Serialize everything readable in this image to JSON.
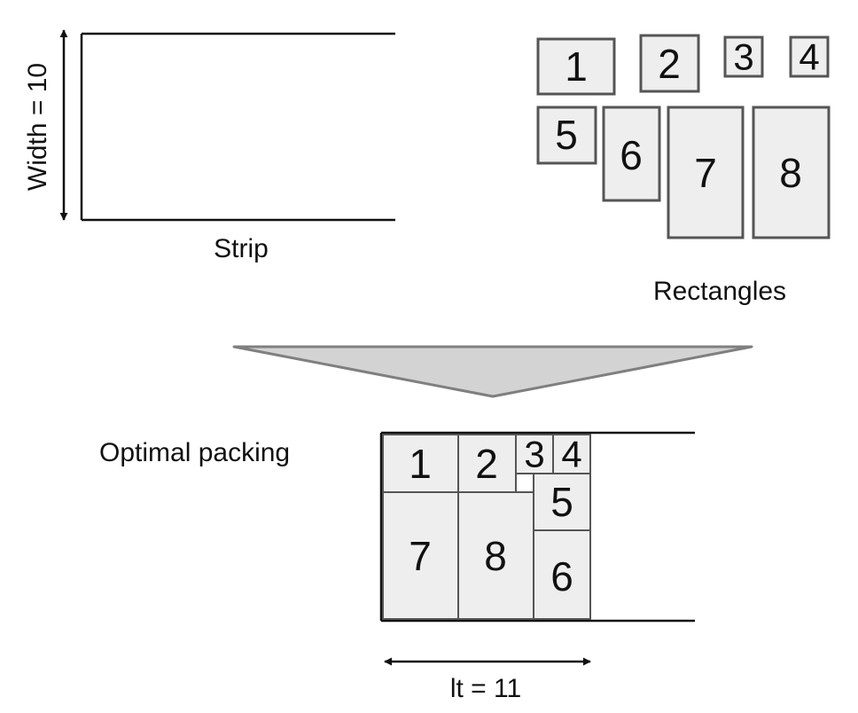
{
  "strip": {
    "width_label": "Width = 10",
    "name": "Strip"
  },
  "rectangles": {
    "caption": "Rectangles",
    "labels": [
      "1",
      "2",
      "3",
      "4",
      "5",
      "6",
      "7",
      "8"
    ]
  },
  "packing": {
    "caption": "Optimal packing",
    "length_label": "lt = 11",
    "labels": [
      "1",
      "2",
      "3",
      "4",
      "5",
      "6",
      "7",
      "8"
    ]
  },
  "colors": {
    "box_fill": "#eeeeee",
    "box_stroke": "#555555",
    "line": "#111111",
    "arrow_fill": "#d3d3d3",
    "arrow_stroke": "#7f7f7f"
  }
}
